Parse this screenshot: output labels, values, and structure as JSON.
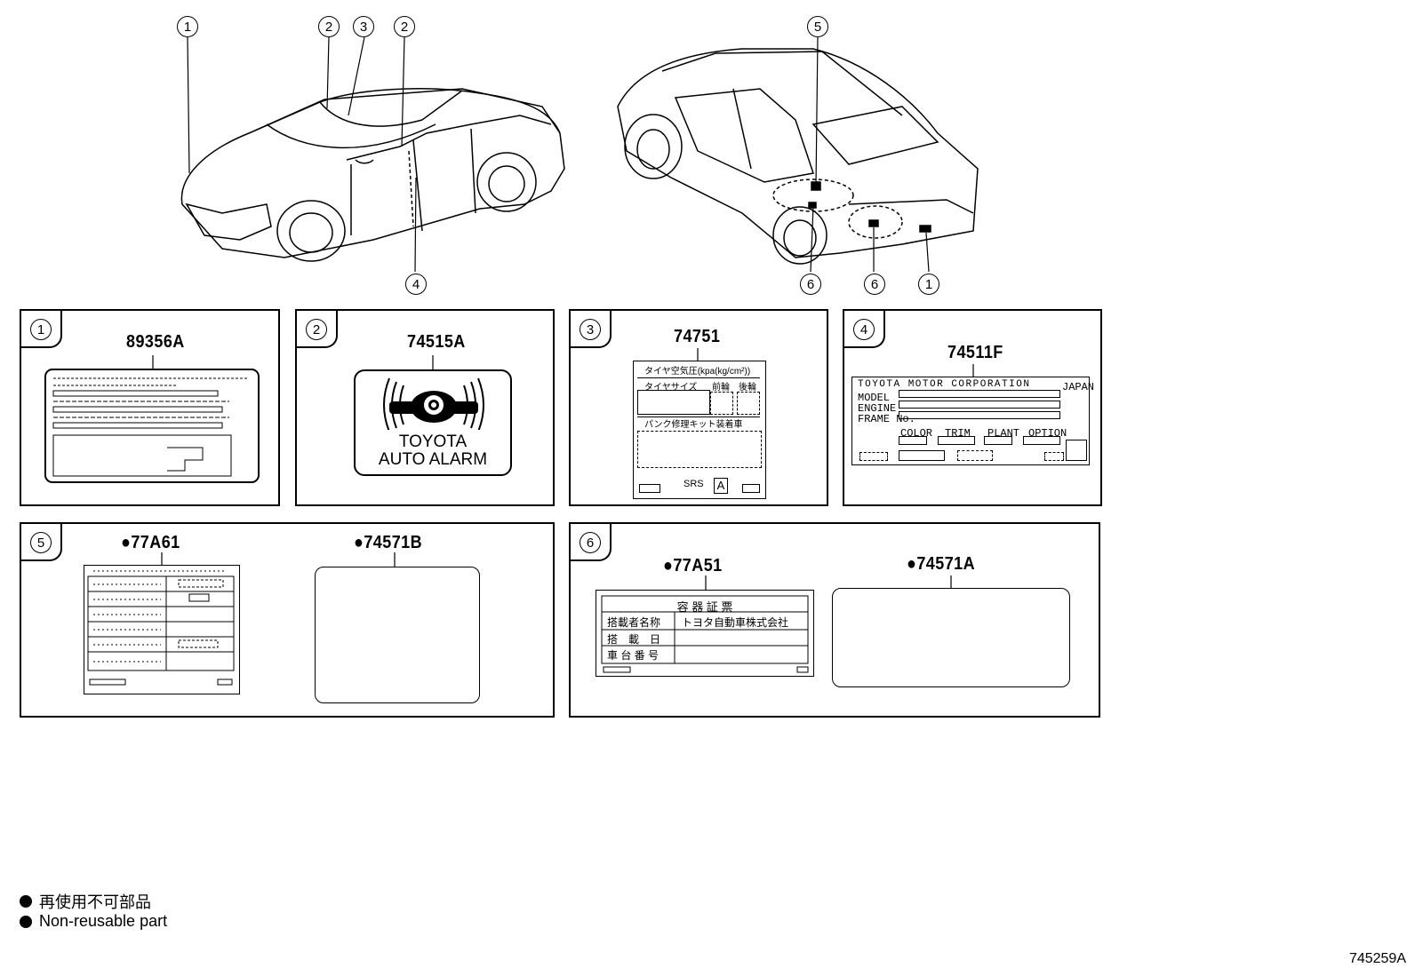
{
  "callouts": {
    "front": [
      "1",
      "2",
      "3",
      "2",
      "4"
    ],
    "rear": [
      "5",
      "6",
      "6",
      "1"
    ]
  },
  "panels": [
    {
      "index": "1",
      "part_no": "89356A"
    },
    {
      "index": "2",
      "part_no": "74515A",
      "alarm_text_line1": "TOYOTA",
      "alarm_text_line2": "AUTO ALARM"
    },
    {
      "index": "3",
      "part_no": "74751",
      "tire_title": "タイヤ空気圧(kpa(kg/cm²))",
      "tire_size": "タイヤサイズ",
      "front": "前輪",
      "rear": "後輪",
      "repair_kit": "パンク修理キット装着車",
      "srs": "SRS",
      "srs_mark": "A"
    },
    {
      "index": "4",
      "part_no": "74511F",
      "corp": "TOYOTA MOTOR CORPORATION",
      "japan": "JAPAN",
      "model": "MODEL",
      "engine": "ENGINE",
      "frame": "FRAME No.",
      "color": "COLOR",
      "trim": "TRIM",
      "plant": "PLANT",
      "option": "OPTION"
    },
    {
      "index": "5",
      "part_no_a": "●77A61",
      "part_no_b": "●74571B"
    },
    {
      "index": "6",
      "part_no_a": "●77A51",
      "part_no_b": "●74571A",
      "cert_title": "容 器 証 票",
      "row1_label": "搭載者名称",
      "row1_value": "トヨタ自動車株式会社",
      "row2_label": "搭　載　日",
      "row3_label": "車 台 番 号"
    }
  ],
  "legend": {
    "jp": "再使用不可部品",
    "en": "Non-reusable part"
  },
  "figure_id": "745259A"
}
